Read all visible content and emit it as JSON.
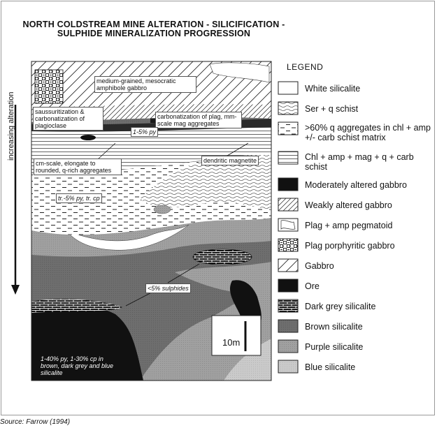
{
  "title": {
    "line1": "NORTH COLDSTREAM MINE ALTERATION - SILICIFICATION -",
    "line2": "SULPHIDE MINERALIZATION PROGRESSION"
  },
  "axis_label": "increasing alteration",
  "legend": {
    "title": "LEGEND",
    "items": [
      {
        "label": "White silicalite",
        "pattern": "white"
      },
      {
        "label": "Ser + q schist",
        "pattern": "wavy"
      },
      {
        "label": ">60% q aggregates in chl + amp +/- carb schist matrix",
        "pattern": "dashes"
      },
      {
        "label": "Chl + amp + mag + q + carb schist",
        "pattern": "lines"
      },
      {
        "label": "Moderately altered gabbro",
        "pattern": "moderate"
      },
      {
        "label": "Weakly altered gabbro",
        "pattern": "diagonal-fine"
      },
      {
        "label": "Plag + amp pegmatoid",
        "pattern": "pegmatoid"
      },
      {
        "label": "Plag porphyritic gabbro",
        "pattern": "basket"
      },
      {
        "label": "Gabbro",
        "pattern": "diagonal"
      },
      {
        "label": "Ore",
        "pattern": "black"
      },
      {
        "label": "Dark grey silicalite",
        "pattern": "brick"
      },
      {
        "label": "Brown silicalite",
        "pattern": "grey-brown"
      },
      {
        "label": "Purple silicalite",
        "pattern": "grey-purple"
      },
      {
        "label": "Blue silicalite",
        "pattern": "grey-blue"
      }
    ]
  },
  "annotations": {
    "gabbro_label": "medium-grained, mesocratic amphibole gabbro",
    "saussuritization": "saussuritization & carbonatization of plagioclase",
    "carbonatization": "carbonatization of plag, mm-scale mag aggregates",
    "py_1_5": "1-5% py",
    "cm_scale": "cm-scale, elongate to rounded, q-rich aggregates",
    "dendritic": "dendritic magnetite",
    "tr_py": "tr.-5% py, tr. cp",
    "sulphides": "<5% sulphides",
    "ore_note": "1-40% py, 1-30% cp in brown, dark grey and blue silicalite"
  },
  "scale_label": "10m",
  "source": "Source: Farrow (1994)",
  "colors": {
    "ore": "#111111",
    "brown_silicalite": "#6e6e6e",
    "purple_silicalite": "#9c9c9c",
    "blue_silicalite": "#c4c4c4",
    "moderate_gabbro": "#2a2a2a"
  }
}
